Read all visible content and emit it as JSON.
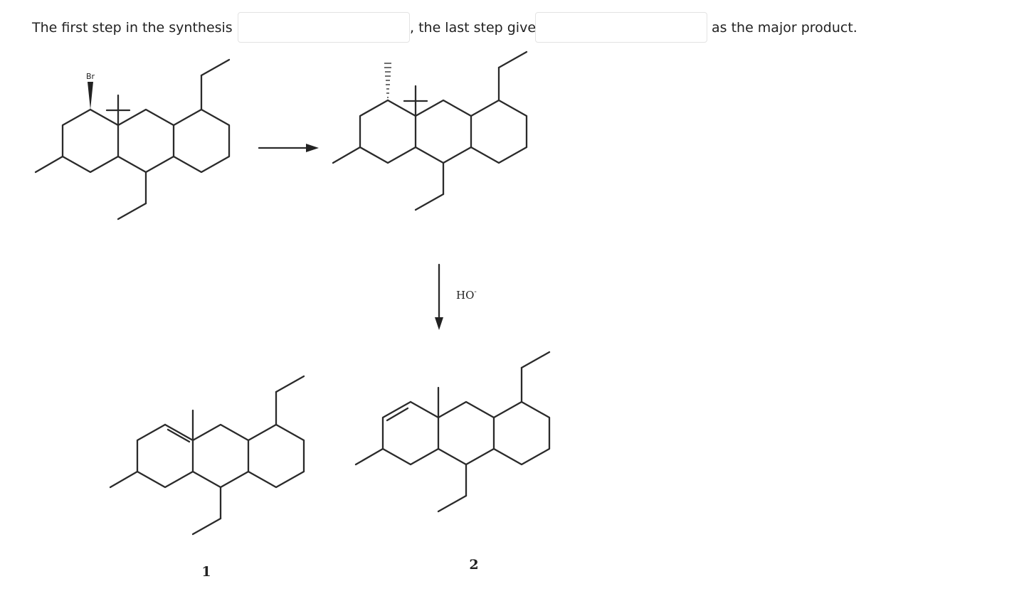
{
  "question": {
    "part1": "The first step in the synthesis is",
    "part2": ", the last step gives",
    "part3": "as the major product.",
    "answer1_value": "",
    "answer2_value": ""
  },
  "scheme": {
    "bromine_label": "Br",
    "reagent_label": "HO",
    "reagent_charge": "-",
    "product_labels": [
      "1",
      "2"
    ]
  }
}
